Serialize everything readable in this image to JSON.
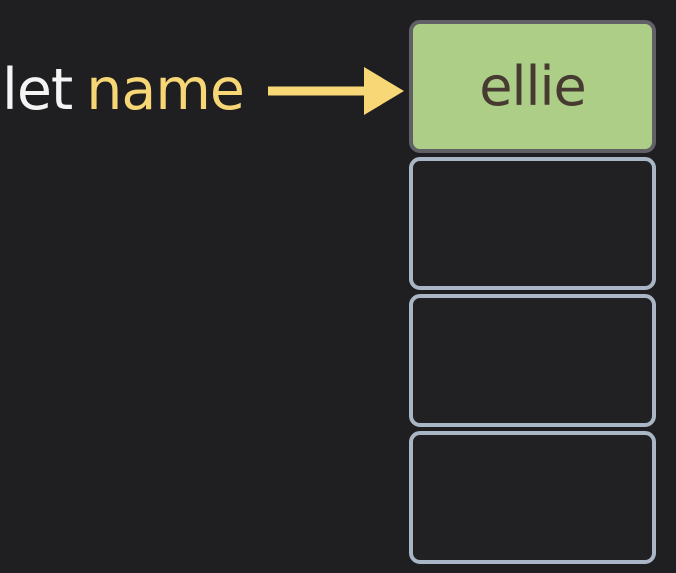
{
  "background": "#1f1f21",
  "declaration": {
    "keyword": "let",
    "keyword_color": "#f4f4f4",
    "variable": "name",
    "variable_color": "#f6d675"
  },
  "arrow": {
    "color": "#f8d876"
  },
  "memory": {
    "cells": [
      {
        "value": "ellie",
        "filled": true,
        "fill": "#adce86",
        "border": "#606066",
        "text_color": "#473a31"
      },
      {
        "value": "",
        "filled": false,
        "fill": "#212123",
        "border": "#a8b6c5",
        "text_color": "#f4f4f4"
      },
      {
        "value": "",
        "filled": false,
        "fill": "#212123",
        "border": "#a8b6c5",
        "text_color": "#f4f4f4"
      },
      {
        "value": "",
        "filled": false,
        "fill": "#212123",
        "border": "#a8b6c5",
        "text_color": "#f4f4f4"
      }
    ]
  }
}
